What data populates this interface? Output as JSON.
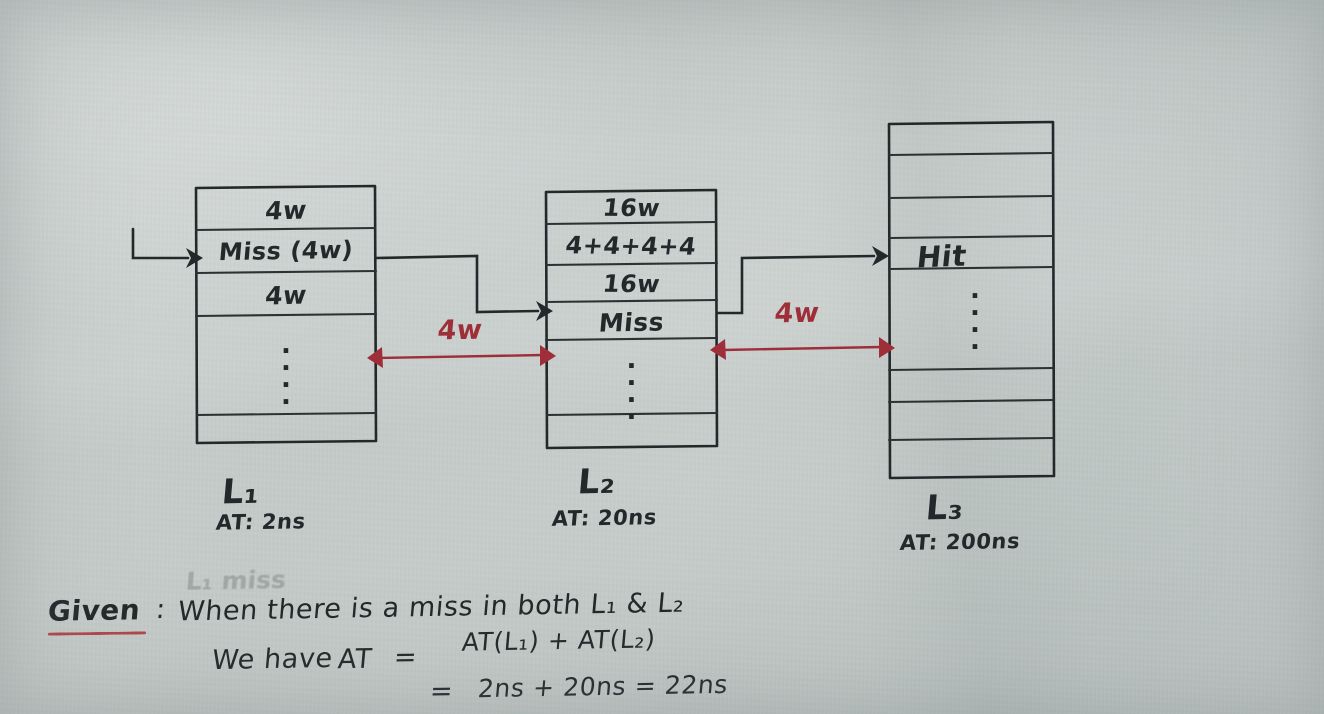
{
  "diagram": {
    "title": "Multi-level cache hierarchy access-time diagram",
    "caches": [
      {
        "id": "L1",
        "label": "L₁",
        "access_time_label": "AT: 2ns",
        "access_time_ns": 2,
        "rows": [
          "4w",
          "Miss (4w)",
          "4w",
          "",
          "",
          ""
        ],
        "annotated_row_index": 1,
        "dots_after_row": 2
      },
      {
        "id": "L2",
        "label": "L₂",
        "access_time_label": "AT: 20ns",
        "access_time_ns": 20,
        "rows": [
          "16w",
          "4+4+4+4",
          "16w",
          "Miss",
          "",
          ""
        ],
        "annotated_row_index": 3,
        "dots_after_row": 3
      },
      {
        "id": "L3",
        "label": "L₃",
        "access_time_label": "AT: 200ns",
        "access_time_ns": 200,
        "rows": [
          "",
          "",
          "",
          "Hit",
          "",
          "",
          "",
          ""
        ],
        "annotated_row_index": 3,
        "dots_after_row": 3
      }
    ],
    "bus_labels": [
      {
        "id": "bus-l1-l2",
        "text": "4w"
      },
      {
        "id": "bus-l2-l3",
        "text": "4w"
      }
    ],
    "colors": {
      "ink": "#23282a",
      "red": "#9e2f38",
      "paper": "#c5cbc9"
    }
  },
  "notes": {
    "erased_text": "L₁ miss",
    "given_word": "Given",
    "given_colon": ":",
    "line1": "When there is a miss in both L₁ & L₂",
    "line2_prefix": "We have",
    "line2_lhs": "AT",
    "line2_eq": "=",
    "line2_rhs": "AT(L₁) + AT(L₂)",
    "line3_eq": "=",
    "line3_rhs": "2ns + 20ns = 22ns"
  }
}
